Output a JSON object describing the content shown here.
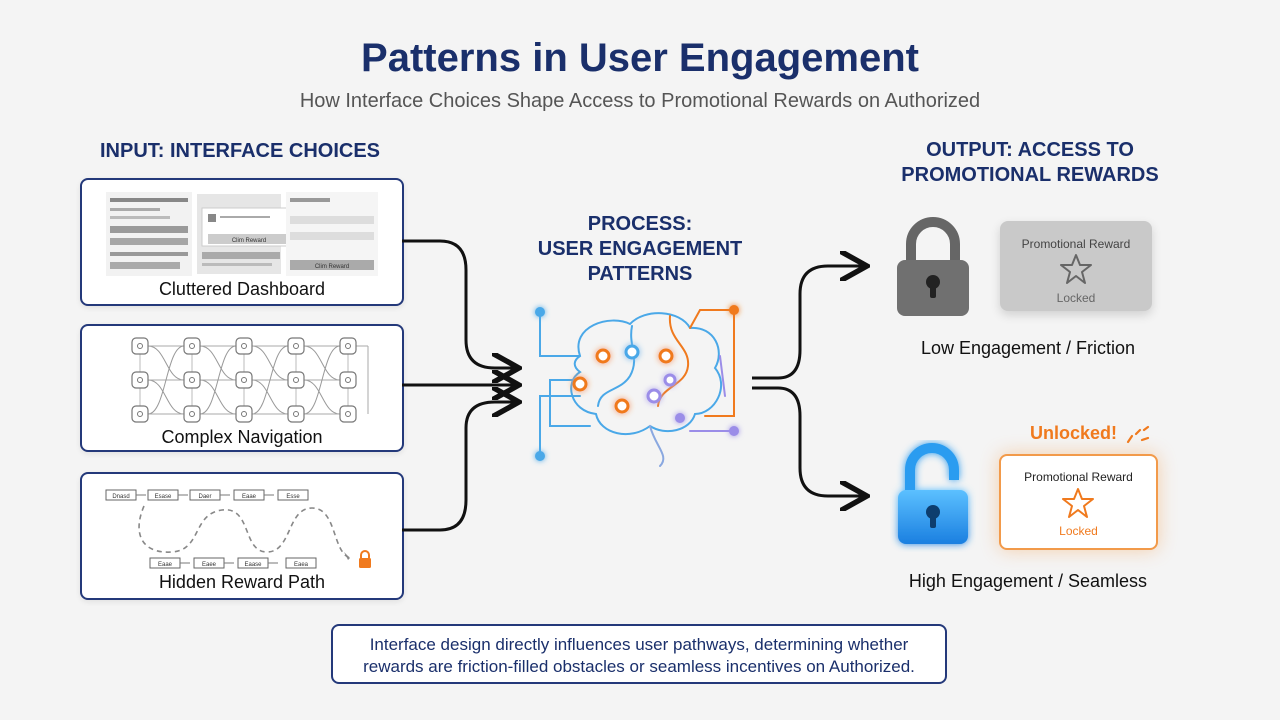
{
  "header": {
    "title": "Patterns in User Engagement",
    "subtitle": "How Interface Choices Shape Access to Promotional Rewards on Authorized"
  },
  "input": {
    "heading": "INPUT: INTERFACE CHOICES",
    "panels": [
      {
        "label": "Cluttered Dashboard",
        "buttons": [
          "Clim Reward",
          "Clim Reward"
        ]
      },
      {
        "label": "Complex Navigation"
      },
      {
        "label": "Hidden Reward Path",
        "steps_top": [
          "Dnasd",
          "Esase",
          "Daer",
          "Eaae",
          "Esse"
        ],
        "steps_bottom": [
          "Eaae",
          "Eaee",
          "Eaase",
          "Eaea"
        ]
      }
    ]
  },
  "process": {
    "heading_line1": "PROCESS:",
    "heading_line2": "USER ENGAGEMENT",
    "heading_line3": "PATTERNS"
  },
  "output": {
    "heading_line1": "OUTPUT: ACCESS TO",
    "heading_line2": "PROMOTIONAL REWARDS",
    "low": {
      "card_title": "Promotional Reward",
      "card_status": "Locked",
      "label": "Low Engagement / Friction"
    },
    "high": {
      "badge": "Unlocked!",
      "card_title": "Promotional Reward",
      "card_status": "Locked",
      "label": "High Engagement / Seamless"
    }
  },
  "footer": {
    "line1": "Interface design directly influences user pathways, determining whether",
    "line2": "rewards are friction-filled obstacles or seamless incentives on Authorized."
  },
  "colors": {
    "navy": "#1a2f6b",
    "orange": "#f07a1e",
    "blue_lock": "#2a9cf0",
    "grey_lock": "#6e6e6e"
  }
}
